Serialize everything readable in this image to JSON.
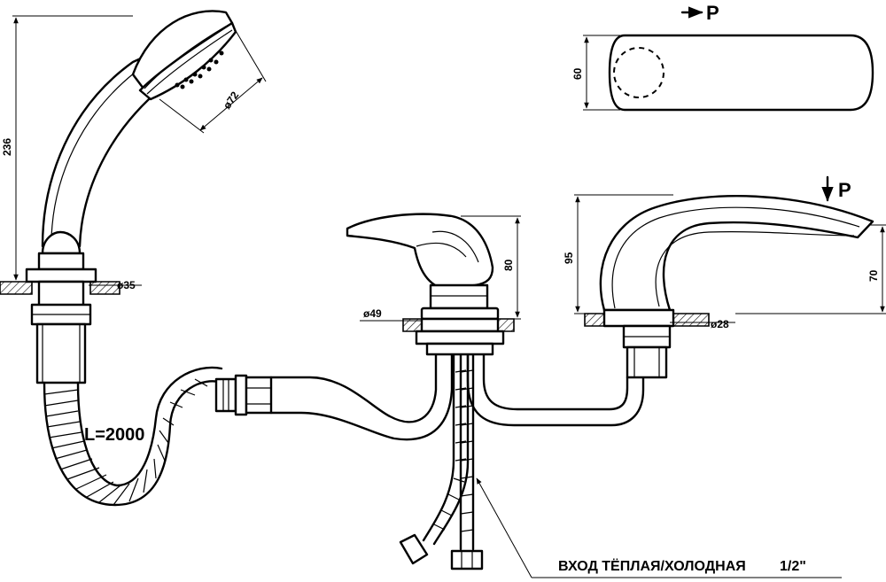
{
  "dimensions": {
    "shower_height": "236",
    "shower_head_diameter": "ø72",
    "shower_base_diameter": "ø35",
    "hose_length": "L=2000",
    "mixer_height": "80",
    "mixer_base_diameter": "ø49",
    "top_view_width": "60",
    "spout_total_height": "95",
    "spout_outlet_height": "70",
    "spout_base_diameter": "ø28"
  },
  "labels": {
    "view_marker_top": "P",
    "view_marker_spout": "P",
    "inlet_label": "ВХОД ТЁПЛАЯ/ХОЛОДНАЯ",
    "inlet_size": "1/2\""
  }
}
